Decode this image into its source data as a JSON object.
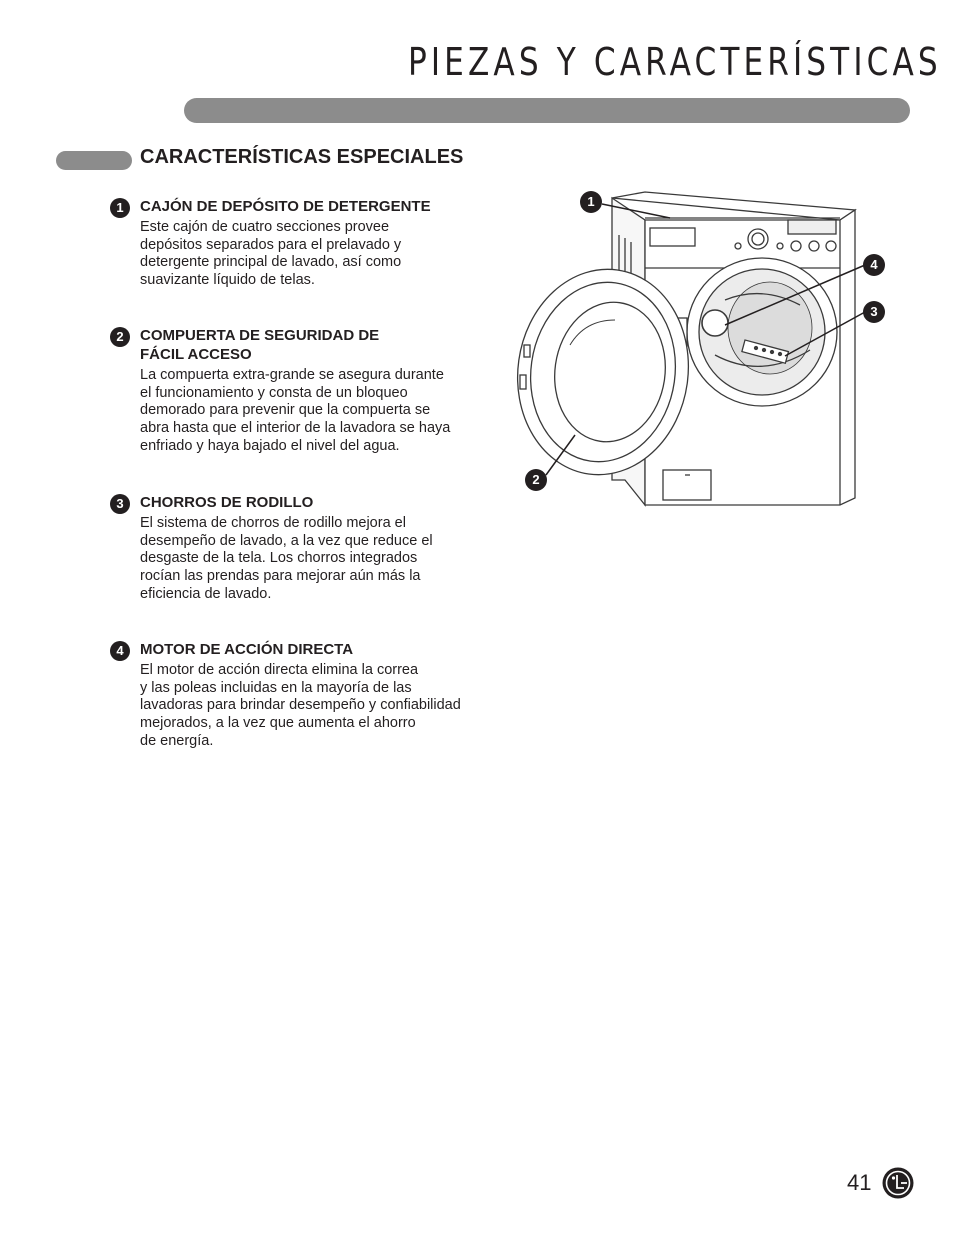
{
  "page": {
    "title": "PIEZAS Y CARACTERÍSTICAS",
    "section_heading": "CARACTERÍSTICAS ESPECIALES",
    "page_number": "41",
    "logo": "LG"
  },
  "features": [
    {
      "number": "1",
      "title": "CAJÓN DE DEPÓSITO DE DETERGENTE",
      "body": "Este cajón de cuatro secciones provee\ndepósitos separados para el prelavado y\ndetergente principal de lavado, así como\nsuavizante líquido de telas."
    },
    {
      "number": "2",
      "title": "COMPUERTA DE SEGURIDAD DE\nFÁCIL ACCESO",
      "body": "La compuerta extra-grande se asegura durante\nel funcionamiento y consta de un bloqueo\ndemorado para prevenir que la compuerta se\nabra hasta que el interior de la lavadora se haya\nenfriado y haya bajado el nivel del agua."
    },
    {
      "number": "3",
      "title": "CHORROS DE RODILLO",
      "body": "El sistema de chorros de rodillo mejora el\ndesempeño de lavado, a la vez que reduce el\ndesgaste de la tela. Los chorros integrados\nrocían las prendas para mejorar aún más la\neficiencia de lavado."
    },
    {
      "number": "4",
      "title": "MOTOR DE ACCIÓN DIRECTA",
      "body": "El motor de acción directa elimina la correa\ny las poleas incluidas en la mayoría de las\nlavadoras para brindar desempeño y confiabilidad\nmejorados, a la vez que aumenta el ahorro\nde energía."
    }
  ],
  "illustration": {
    "callouts": [
      "1",
      "2",
      "3",
      "4"
    ]
  },
  "colors": {
    "bar": "#8c8c8c",
    "text": "#231f20"
  }
}
